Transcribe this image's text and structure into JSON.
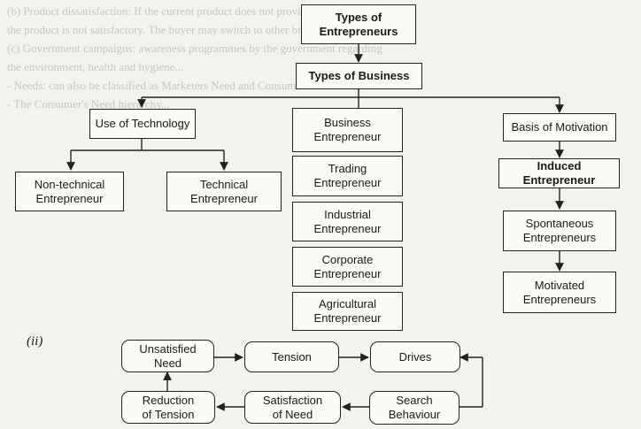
{
  "background_text": [
    "(b) Product dissatisfaction: If the current product does not provide good quality,",
    "the product is not satisfactory. The buyer may switch to other brands.",
    "(c) Government campaigns: awareness programmes by the government regarding",
    "the environment, health and hygiene...",
    "- Needs: can also be classified as Marketers Need and Consumer Need",
    "- The Consumer's Need hierarchy..."
  ],
  "top": {
    "types_of_entrepreneurs": "Types of\nEntrepreneurs",
    "types_of_business": "Types of Business"
  },
  "technology": {
    "title": "Use of Technology",
    "non_technical": "Non-technical\nEntrepreneur",
    "technical": "Technical\nEntrepreneur"
  },
  "business": [
    "Business\nEntrepreneur",
    "Trading\nEntrepreneur",
    "Industrial\nEntrepreneur",
    "Corporate\nEntrepreneur",
    "Agricultural\nEntrepreneur"
  ],
  "motivation": {
    "title": "Basis of Motivation",
    "induced": "Induced Entrepreneur",
    "spontaneous": "Spontaneous\nEntrepreneurs",
    "motivated": "Motivated\nEntrepreneurs"
  },
  "cycle": {
    "label": "(ii)",
    "unsatisfied_need": "Unsatisfied\nNeed",
    "tension": "Tension",
    "drives": "Drives",
    "reduction_of_tension": "Reduction\nof Tension",
    "satisfaction_of_need": "Satisfaction\nof Need",
    "search_behaviour": "Search\nBehaviour"
  }
}
